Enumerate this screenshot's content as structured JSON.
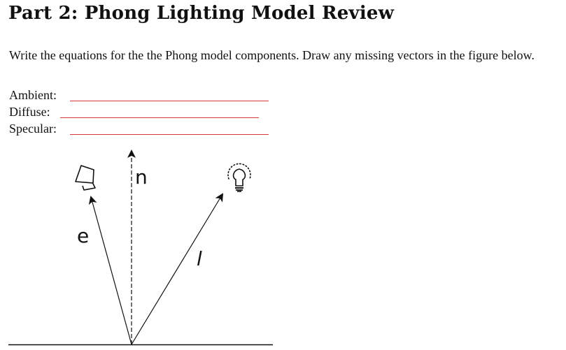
{
  "heading": {
    "title": "Part 2: Phong Lighting Model Review"
  },
  "instructions": {
    "text": "Write the equations for the the Phong model components. Draw any missing vectors in the figure below."
  },
  "fields": [
    {
      "label": "Ambient:",
      "value": ""
    },
    {
      "label": "Diffuse:",
      "value": ""
    },
    {
      "label": "Specular:",
      "value": ""
    }
  ],
  "figure": {
    "labels": {
      "normal": "n",
      "eye": "e",
      "light": "l"
    },
    "icons": [
      "camera-icon",
      "light-bulb-icon"
    ]
  },
  "colors": {
    "text": "#111111",
    "answer_line": "#d43a3a",
    "vector": "#111111"
  }
}
